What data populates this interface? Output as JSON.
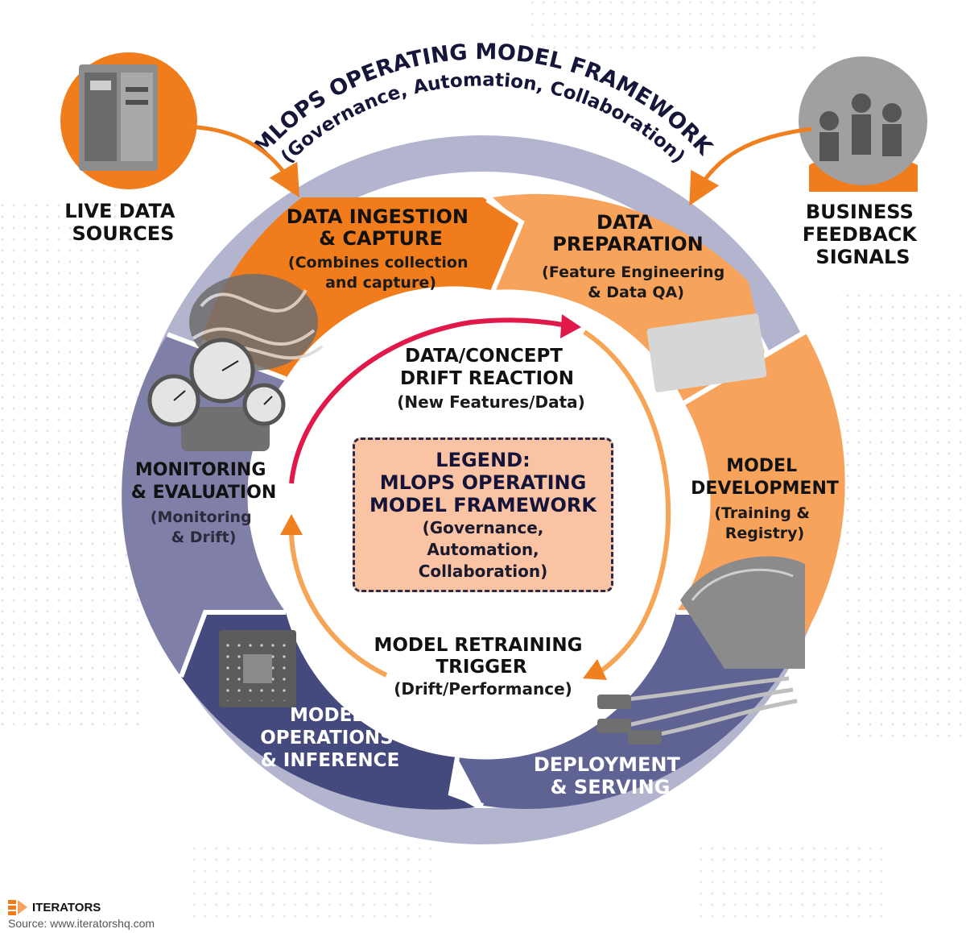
{
  "title": {
    "main": "MLOPS OPERATING MODEL FRAMEWORK",
    "sub": "(Governance, Automation, Collaboration)"
  },
  "inputs": {
    "left": [
      "LIVE DATA",
      "SOURCES"
    ],
    "right": [
      "BUSINESS",
      "FEEDBACK",
      "SIGNALS"
    ]
  },
  "stages": {
    "ingestion": {
      "title": [
        "DATA INGESTION",
        "& CAPTURE"
      ],
      "sub": [
        "(Combines collection",
        "and capture)"
      ]
    },
    "preparation": {
      "title": [
        "DATA",
        "PREPARATION"
      ],
      "sub": [
        "(Feature Engineering",
        "& Data QA)"
      ]
    },
    "development": {
      "title": [
        "MODEL",
        "DEVELOPMENT"
      ],
      "sub": [
        "(Training &",
        "Registry)"
      ]
    },
    "deployment": {
      "title": [
        "DEPLOYMENT",
        "& SERVING"
      ]
    },
    "operations": {
      "title": [
        "MODEL",
        "OPERATIONS",
        "& INFERENCE"
      ]
    },
    "monitoring": {
      "title": [
        "MONITORING",
        "& EVALUATION"
      ],
      "sub": [
        "(Monitoring",
        "& Drift)"
      ]
    }
  },
  "loops": {
    "drift": {
      "title": [
        "DATA/CONCEPT",
        "DRIFT REACTION"
      ],
      "sub": "(New Features/Data)"
    },
    "retrain": {
      "title": [
        "MODEL RETRAINING",
        "TRIGGER"
      ],
      "sub": "(Drift/Performance)"
    }
  },
  "legend": {
    "title": [
      "LEGEND:",
      "MLOPS OPERATING",
      "MODEL FRAMEWORK"
    ],
    "sub": [
      "(Governance,",
      "Automation,",
      "Collaboration)"
    ]
  },
  "footer": {
    "brand": "ITERATORS",
    "source": "Source: www.iteratorshq.com"
  },
  "colors": {
    "ring": "#b3b5cf",
    "orange_dark": "#f07c1c",
    "orange_light": "#f7a35c",
    "purple_light": "#7f7fa8",
    "purple_mid": "#5f6394",
    "purple_dark": "#454a7e",
    "drift_arrow": "#e0194a",
    "retrain_arrow": "#f6a456"
  }
}
